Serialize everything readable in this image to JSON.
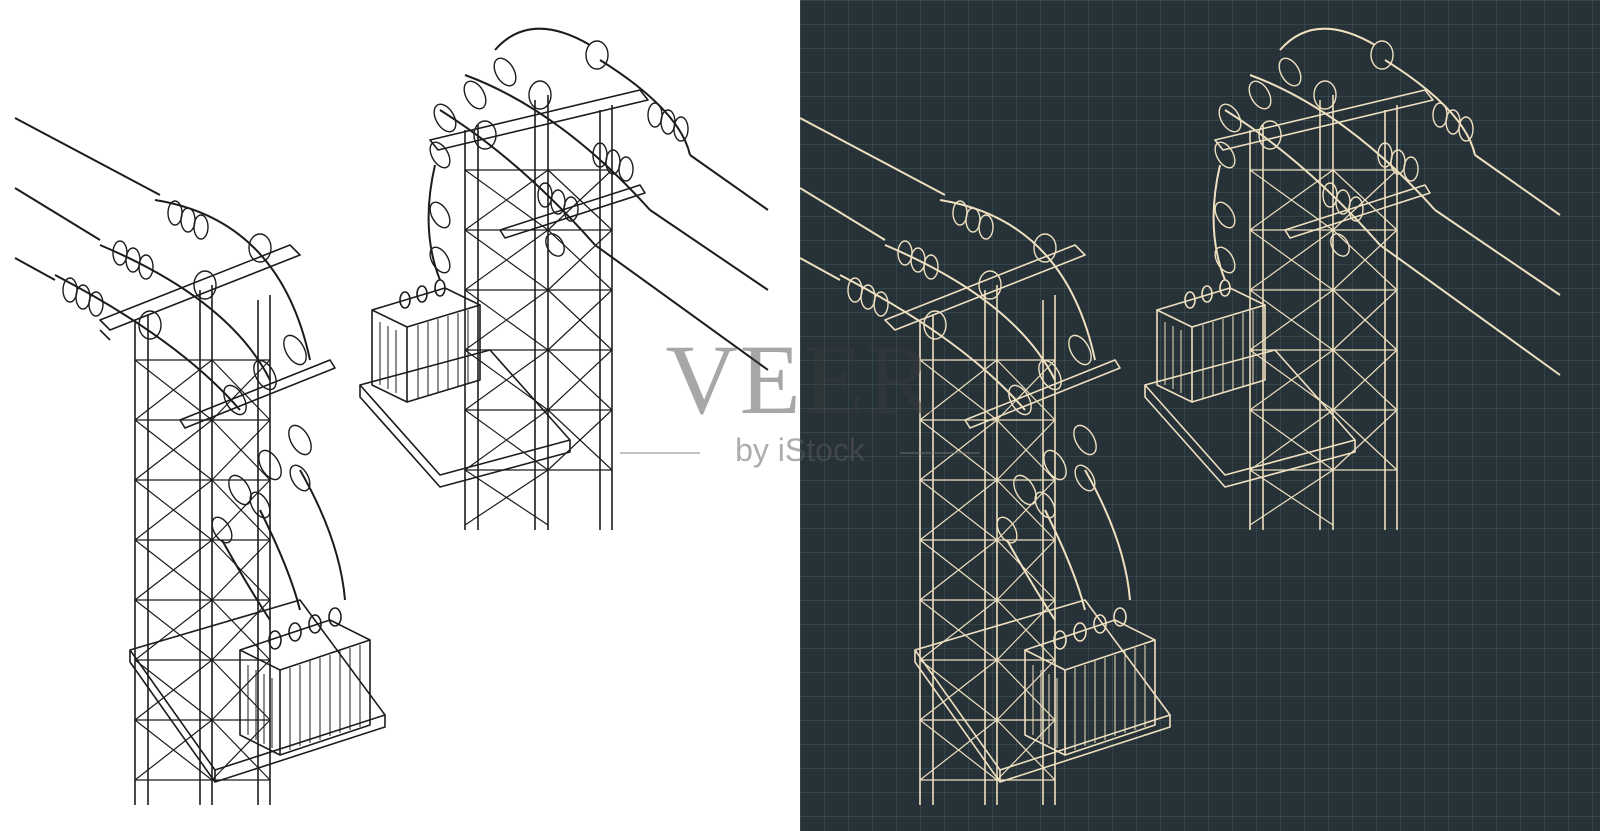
{
  "image": {
    "subject": "transformer-pole-isometric-blueprint",
    "panels": [
      {
        "id": "light",
        "background": "#ffffff",
        "line_color": "#1c1c1c"
      },
      {
        "id": "dark",
        "background": "#263238",
        "line_color": "#efe0c0"
      }
    ]
  },
  "watermark": {
    "brand": "VEER",
    "byline": "by iStock"
  },
  "colors": {
    "light_bg": "#ffffff",
    "dark_bg": "#263238",
    "ink_dark": "#1c1c1c",
    "ink_cream": "#efe0c0"
  }
}
